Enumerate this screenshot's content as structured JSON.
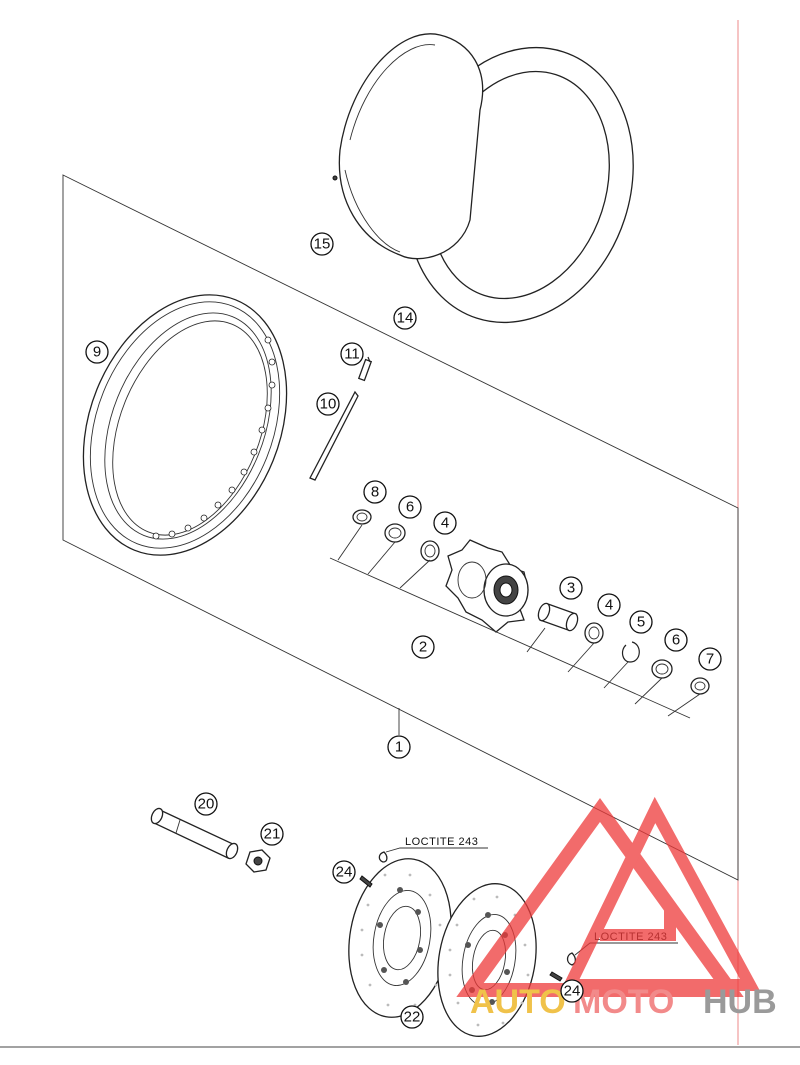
{
  "callouts": {
    "c1": "1",
    "c2": "2",
    "c3": "3",
    "c4a": "4",
    "c4b": "4",
    "c5": "5",
    "c6a": "6",
    "c6b": "6",
    "c7": "7",
    "c8": "8",
    "c9": "9",
    "c10": "10",
    "c11": "11",
    "c14": "14",
    "c15": "15",
    "c20": "20",
    "c21": "21",
    "c22": "22",
    "c24a": "24",
    "c24b": "24"
  },
  "notes": {
    "loctite_1": "LOCTITE 243",
    "loctite_2": "LOCTITE 243"
  },
  "watermark": {
    "word_auto": "AUTO",
    "word_moto": "MOTO",
    "word_hub": "HUB",
    "color_auto": "#f0c24a",
    "color_moto": "#f28a8a",
    "color_hub": "#9a9a9a",
    "color_logo": "#ee3a3a"
  }
}
